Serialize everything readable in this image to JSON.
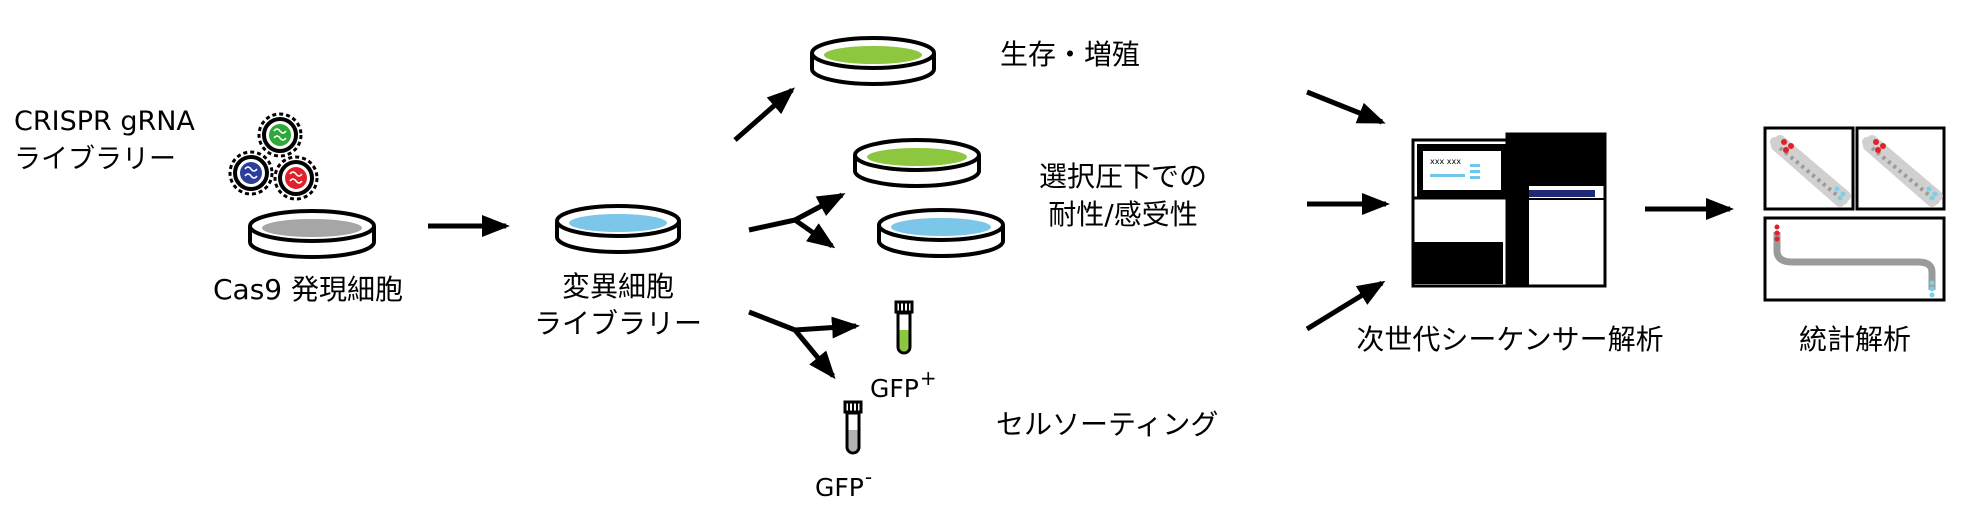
{
  "labels": {
    "library_title": "CRISPR gRNA",
    "library_subtitle": "ライブラリー",
    "cas9_cells": "Cas9 発現細胞",
    "mutant_line1": "変異細胞",
    "mutant_line2": "ライブラリー",
    "survival": "生存・増殖",
    "selection_line1": "選択圧下での",
    "selection_line2": "耐性/感受性",
    "sorting": "セルソーティング",
    "gfp_pos": "GFP",
    "gfp_pos_sup": "+",
    "gfp_neg": "GFP",
    "gfp_neg_sup": "-",
    "ngs": "次世代シーケンサー解析",
    "stats": "統計解析",
    "sequencer_screen": "xxx xxx"
  },
  "colors": {
    "outline": "#000000",
    "dish_gray": "#a6a6a6",
    "dish_green": "#8dc63f",
    "dish_blue": "#7cc6ea",
    "virus_green": "#2ea836",
    "virus_blue": "#2b3f9a",
    "virus_red": "#e0202a",
    "screen_blue": "#6ec6ec",
    "sequencer_accent": "#1e2a78",
    "dots_gray": "#b3b3b3",
    "dots_red": "#e0202a",
    "dots_cyan": "#7cd0e6"
  }
}
